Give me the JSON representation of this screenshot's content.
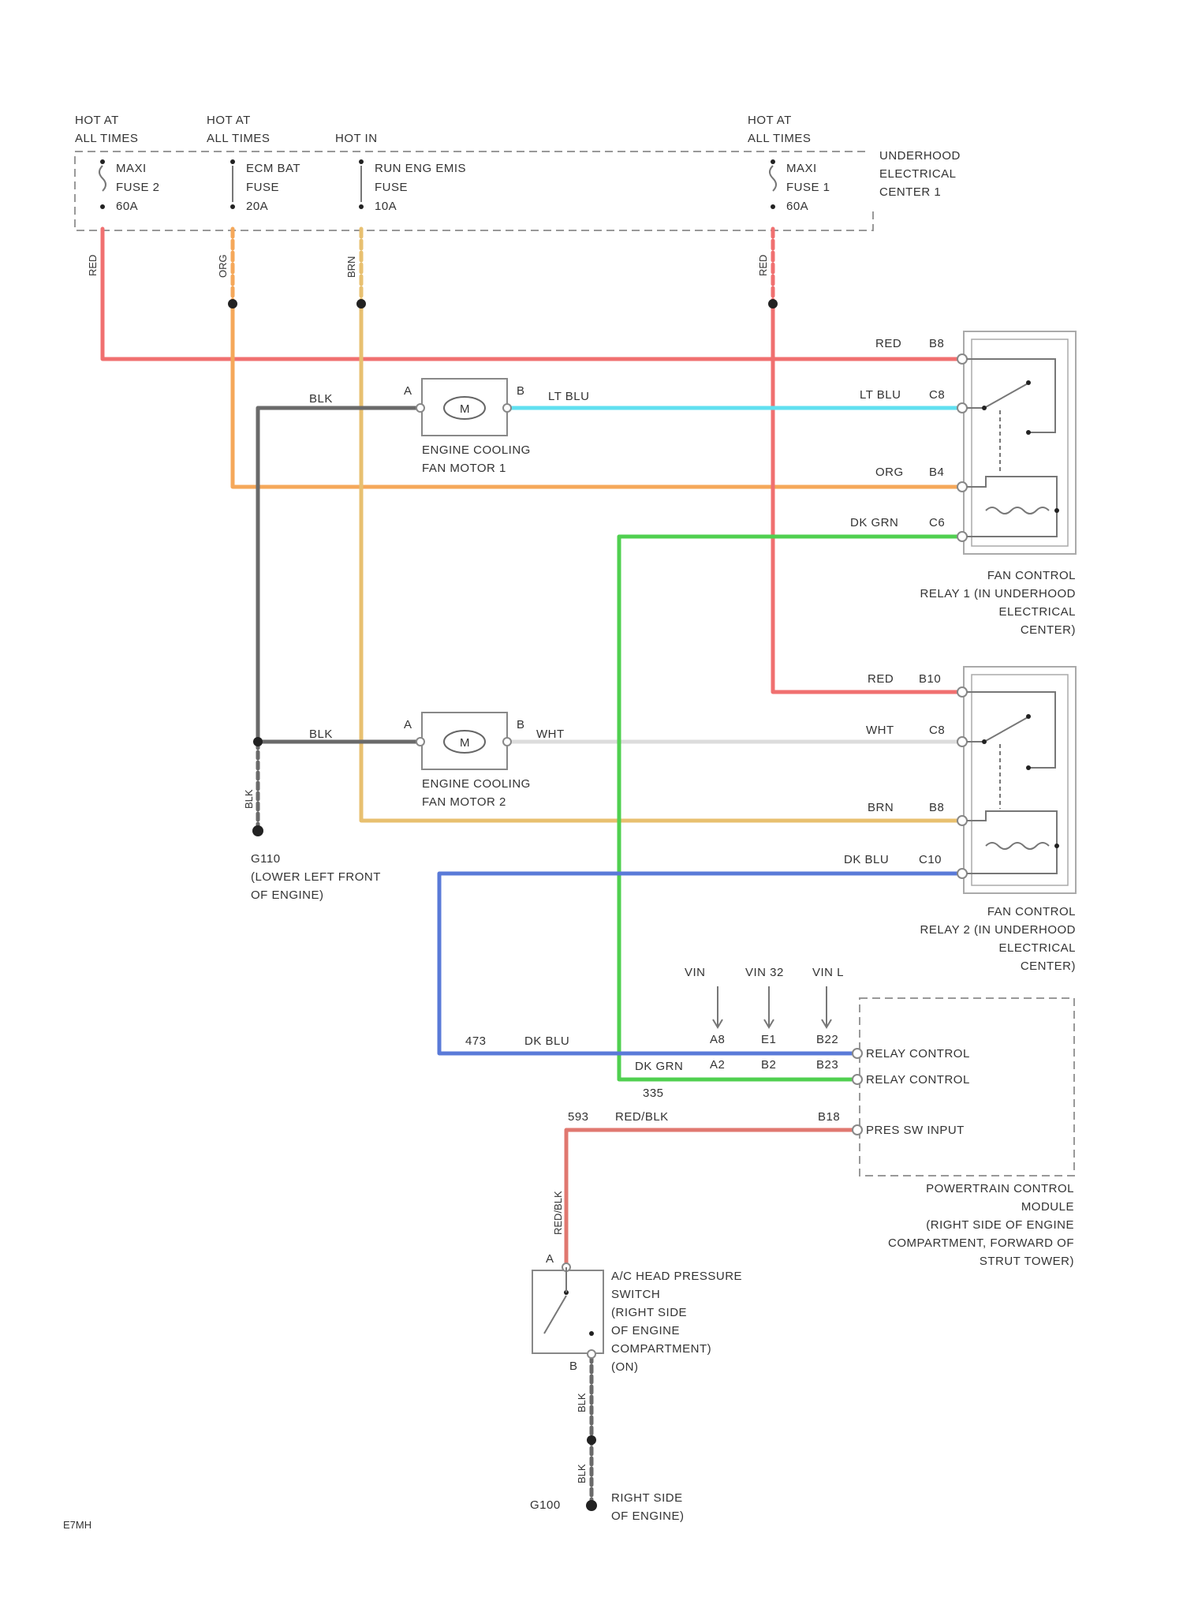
{
  "colors": {
    "red": "#f07070",
    "orange": "#f5a85a",
    "tan": "#e8c070",
    "black": "#6a6a6a",
    "ltblu": "#60e0f0",
    "dkgrn": "#50d050",
    "dkblu": "#5a7ad8",
    "white": "#dcdcdc",
    "redblk": "#e07870"
  },
  "fuses": [
    {
      "hot": [
        "HOT AT",
        "ALL TIMES"
      ],
      "name": [
        "MAXI",
        "FUSE 2",
        "60A"
      ],
      "wire": "RED"
    },
    {
      "hot": [
        "HOT AT",
        "ALL TIMES"
      ],
      "name": [
        "ECM BAT",
        "FUSE",
        "20A"
      ],
      "wire": "ORG"
    },
    {
      "hot": [
        "HOT IN",
        ""
      ],
      "name": [
        "RUN ENG EMIS",
        "FUSE",
        "10A"
      ],
      "wire": "BRN"
    },
    {
      "hot": [
        "HOT AT",
        "ALL TIMES"
      ],
      "name": [
        "MAXI",
        "FUSE 1",
        "60A"
      ],
      "wire": "RED"
    }
  ],
  "underhood_center": [
    "UNDERHOOD",
    "ELECTRICAL",
    "CENTER 1"
  ],
  "motor1": {
    "pin_a": "A",
    "pin_b": "B",
    "symbol": "M",
    "wire_in": "BLK",
    "wire_out": "LT BLU",
    "label": [
      "ENGINE COOLING",
      "FAN MOTOR 1"
    ]
  },
  "motor2": {
    "pin_a": "A",
    "pin_b": "B",
    "symbol": "M",
    "wire_in": "BLK",
    "wire_out": "WHT",
    "label": [
      "ENGINE COOLING",
      "FAN MOTOR 2"
    ]
  },
  "relay1": {
    "pins": [
      {
        "wire": "RED",
        "pin": "B8"
      },
      {
        "wire": "LT BLU",
        "pin": "C8"
      },
      {
        "wire": "ORG",
        "pin": "B4"
      },
      {
        "wire": "DK GRN",
        "pin": "C6"
      }
    ],
    "label": [
      "FAN CONTROL",
      "RELAY 1 (IN UNDERHOOD",
      "ELECTRICAL",
      "CENTER)"
    ]
  },
  "relay2": {
    "pins": [
      {
        "wire": "RED",
        "pin": "B10"
      },
      {
        "wire": "WHT",
        "pin": "C8"
      },
      {
        "wire": "BRN",
        "pin": "B8"
      },
      {
        "wire": "DK BLU",
        "pin": "C10"
      }
    ],
    "label": [
      "FAN CONTROL",
      "RELAY 2 (IN UNDERHOOD",
      "ELECTRICAL",
      "CENTER)"
    ]
  },
  "ground1": {
    "wire": "BLK",
    "id": "G110",
    "label": [
      "G110",
      "(LOWER LEFT FRONT",
      "OF ENGINE)"
    ]
  },
  "pcm": {
    "versions": [
      "VIN",
      "VIN 32",
      "VIN L"
    ],
    "pins_top": [
      "A8",
      "E1",
      "B22"
    ],
    "pins_bottom": [
      "A2",
      "B2",
      "B23"
    ],
    "dkblu_circuit": "473",
    "dkblu_wire": "DK BLU",
    "dkgrn_wire": "DK GRN",
    "dkgrn_circuit": "335",
    "relay_control_1": "RELAY CONTROL",
    "relay_control_2": "RELAY CONTROL",
    "press_circuit": "593",
    "press_wire": "RED/BLK",
    "press_pin": "B18",
    "press_input": "PRES SW INPUT",
    "label": [
      "POWERTRAIN CONTROL",
      "MODULE",
      "(RIGHT SIDE OF ENGINE",
      "COMPARTMENT, FORWARD OF",
      "STRUT TOWER)"
    ]
  },
  "pressure_switch": {
    "wire_in": "RED/BLK",
    "pin_a": "A",
    "pin_b": "B",
    "label": [
      "A/C HEAD PRESSURE",
      "SWITCH",
      "(RIGHT SIDE",
      "OF ENGINE",
      "COMPARTMENT)",
      "(ON)"
    ]
  },
  "ground2": {
    "wire_top": "BLK",
    "wire_bottom": "BLK",
    "id": "G100",
    "label": [
      "RIGHT SIDE",
      "OF ENGINE)"
    ]
  },
  "diagram_code": "E7MH"
}
